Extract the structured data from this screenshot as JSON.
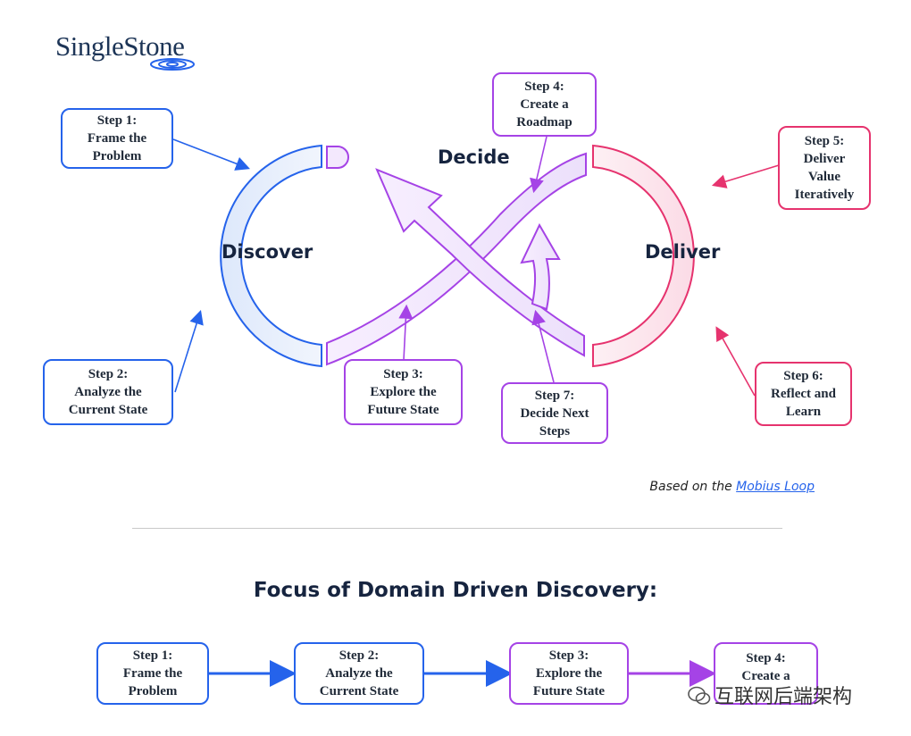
{
  "logo": {
    "text": "SingleStone"
  },
  "phases": {
    "discover": "Discover",
    "decide": "Decide",
    "deliver": "Deliver"
  },
  "steps": {
    "s1": "Step 1:\nFrame the\nProblem",
    "s2": "Step 2:\nAnalyze the\nCurrent State",
    "s3": "Step 3:\nExplore the\nFuture State",
    "s4": "Step 4:\nCreate a\nRoadmap",
    "s5": "Step 5:\nDeliver\nValue\nIteratively",
    "s6": "Step 6:\nReflect and\nLearn",
    "s7": "Step 7:\nDecide Next\nSteps"
  },
  "caption": {
    "prefix": "Based on the ",
    "link": "Mobius Loop"
  },
  "focus": {
    "title": "Focus of Domain Driven Discovery:",
    "steps": [
      "Step 1:\nFrame the\nProblem",
      "Step 2:\nAnalyze the\nCurrent State",
      "Step 3:\nExplore the\nFuture State",
      "Step 4:\nCreate a"
    ]
  },
  "watermark": {
    "text": "互联网后端架构"
  },
  "colors": {
    "blue": "#2563eb",
    "purple": "#a543e6",
    "pink": "#e6336e",
    "navy": "#16243f"
  }
}
